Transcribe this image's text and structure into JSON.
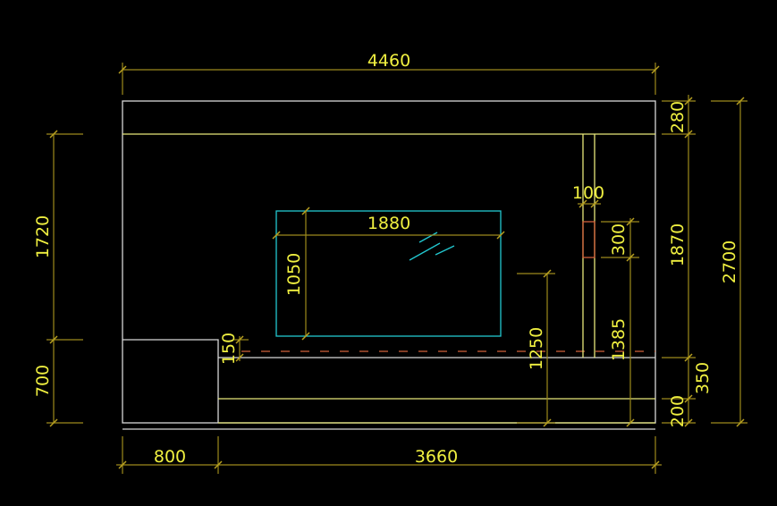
{
  "drawing": {
    "title": "TV wall elevation",
    "colors": {
      "background": "#000000",
      "dimension": "#9c8a1c",
      "text": "#f0f040",
      "wall": "#d8d8d8",
      "tv": "#22c8d0",
      "accent": "#d0603a"
    },
    "dimensions": {
      "overall_width": "4460",
      "left_cabinet_width": "800",
      "tv_cabinet_width": "3660",
      "left_upper_height": "1720",
      "left_lower_height": "700",
      "ceiling_band": "280",
      "wall_height_above_cabinet": "1870",
      "cabinet_height": "350",
      "plinth_height": "200",
      "total_height": "2700",
      "tv_width": "1880",
      "tv_height": "1050",
      "gap_above_cabinet": "150",
      "column_width": "100",
      "socket_height": "300",
      "tv_center_height": "1250",
      "socket_level": "1385"
    }
  }
}
